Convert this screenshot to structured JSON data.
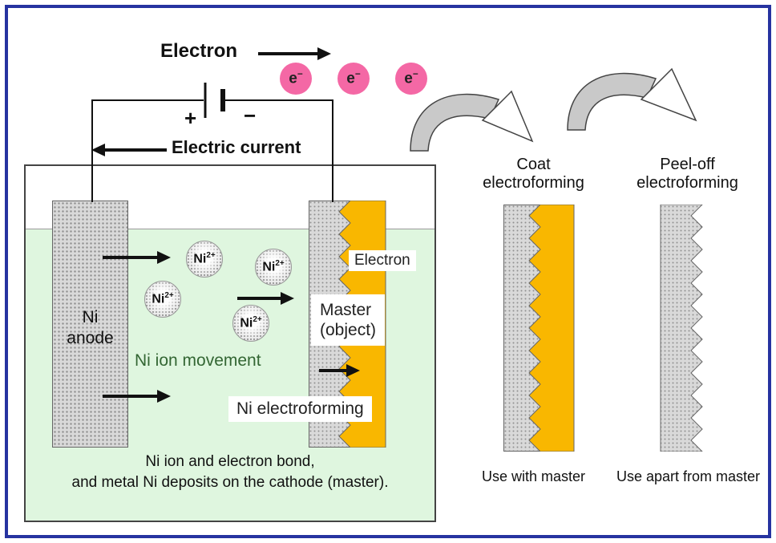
{
  "circuit": {
    "electron_label": "Electron",
    "current_label": "Electric current",
    "battery_plus": "+",
    "battery_minus": "−",
    "electron_symbol": {
      "base": "e",
      "sup": "−"
    }
  },
  "tank": {
    "anode_label": {
      "line1": "Ni",
      "line2": "anode"
    },
    "master_label": {
      "line1": "Master",
      "line2": "(object)"
    },
    "electron_label": "Electron",
    "ion_symbol": {
      "base": "Ni",
      "sup": "2+"
    },
    "ion_movement_label": "Ni ion movement",
    "electroforming_label": "Ni electroforming",
    "caption": {
      "line1": "Ni ion and electron bond,",
      "line2": "and metal Ni deposits on the cathode (master)."
    }
  },
  "methods": {
    "coat": {
      "name_line1": "Coat",
      "name_line2": "electroforming",
      "usage": "Use with master"
    },
    "peel": {
      "name_line1": "Peel-off",
      "name_line2": "electroforming",
      "usage": "Use apart from master"
    }
  },
  "colors": {
    "frame_blue": "#2633A0",
    "electron_pink": "#F468A5",
    "solution_green": "#DFF6DF",
    "deposit_gold": "#F9B700",
    "electrode_gray": "#D9D9D9",
    "ion_movement_green": "#336633"
  }
}
